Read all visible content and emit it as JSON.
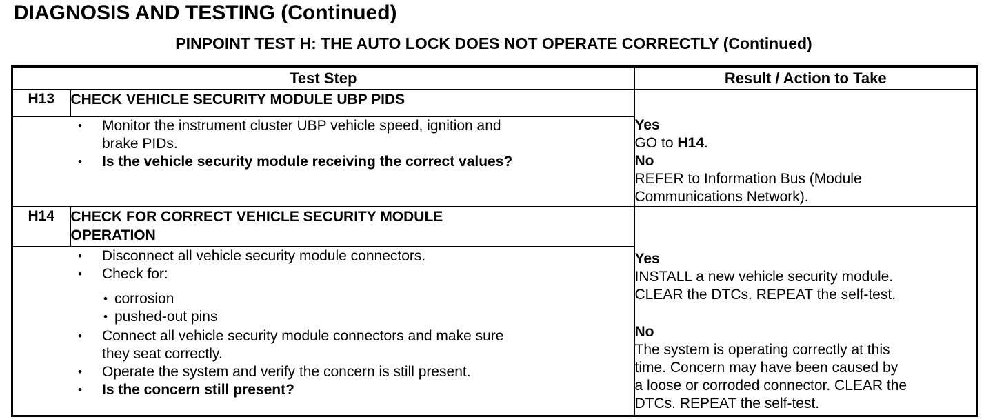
{
  "page": {
    "title": "DIAGNOSIS AND TESTING (Continued)",
    "subtitle": "PINPOINT TEST H: THE AUTO LOCK DOES NOT OPERATE CORRECTLY (Continued)"
  },
  "ui": {
    "bullet_glyph": "•"
  },
  "table": {
    "header": {
      "test_step": "Test Step",
      "result_action": "Result / Action to Take"
    },
    "steps": [
      {
        "id": "H13",
        "title": "CHECK VEHICLE SECURITY MODULE UBP PIDS",
        "bullets": [
          "Monitor the instrument cluster UBP vehicle speed, ignition and\nbrake PIDs.",
          "Is the vehicle security module receiving the correct values?"
        ],
        "result": {
          "yes_label": "Yes",
          "yes_pre": "GO to ",
          "yes_ref": "H14",
          "yes_post": ".",
          "no_label": "No",
          "no_text": "REFER to Information Bus (Module\nCommunications Network)."
        }
      },
      {
        "id": "H14",
        "title": "CHECK FOR CORRECT VEHICLE SECURITY MODULE\nOPERATION",
        "bullets": [
          "Disconnect all vehicle security module connectors.",
          "Check for:"
        ],
        "sub_bullets": [
          "corrosion",
          "pushed-out pins"
        ],
        "bullets_after": [
          "Connect all vehicle security module connectors and make sure\nthey seat correctly.",
          "Operate the system and verify the concern is still present.",
          "Is the concern still present?"
        ],
        "result": {
          "yes_label": "Yes",
          "yes_text": "INSTALL a new vehicle security module.\nCLEAR the DTCs. REPEAT the self-test.",
          "no_label": "No",
          "no_text": "The system is operating correctly at this\ntime. Concern may have been caused by\na loose or corroded connector. CLEAR the\nDTCs. REPEAT the self-test."
        }
      }
    ]
  }
}
